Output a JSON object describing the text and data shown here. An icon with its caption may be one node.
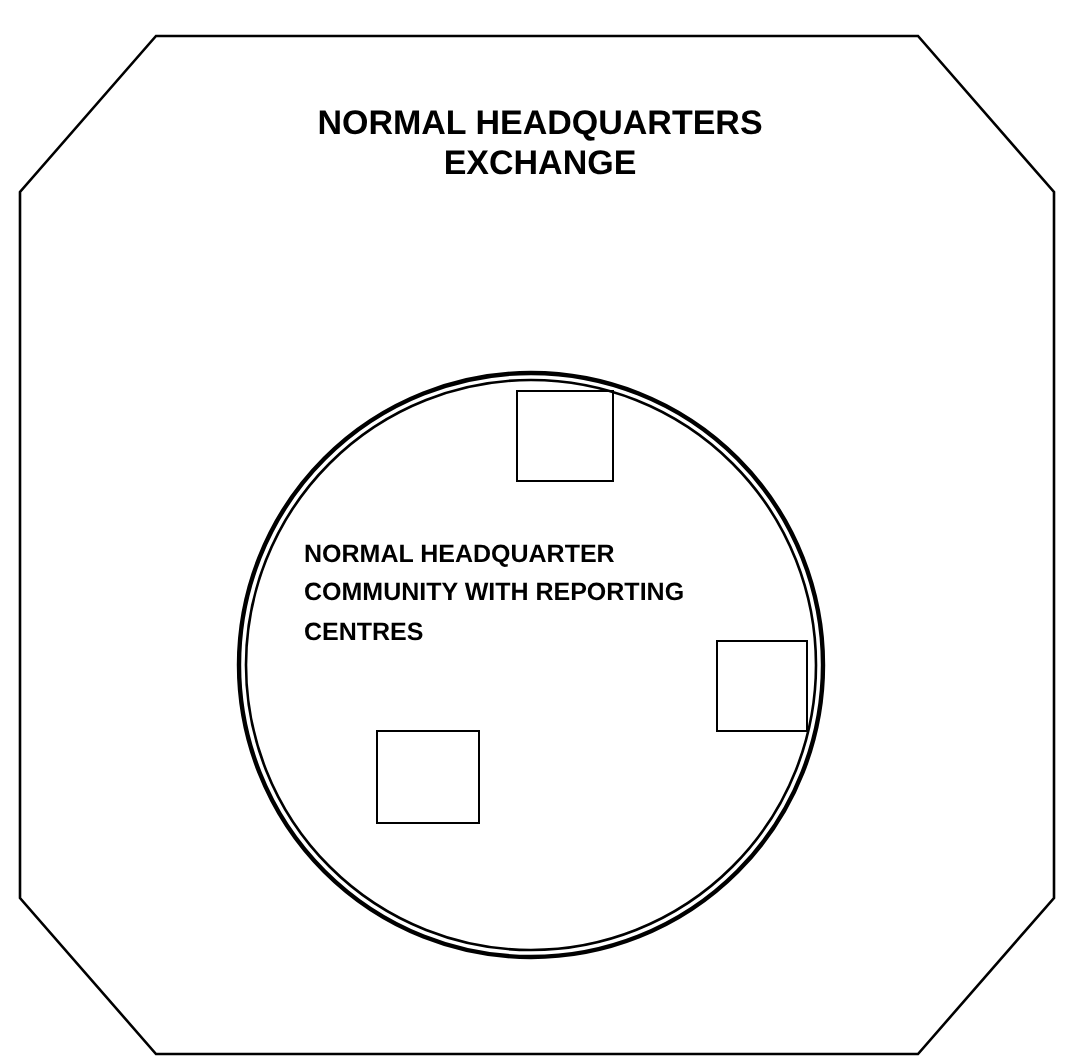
{
  "diagram": {
    "nodes": [
      {
        "text": [
          "NORMAL HEADQUARTERS EXCHANGE"
        ]
      },
      {
        "text": [
          "NORMAL HEADQUARTER COMMUNITY WITH REPORTING CENTRES"
        ],
        "in": 0
      },
      {
        "text": [],
        "shape": "box",
        "in": 1
      },
      {
        "text": [],
        "shape": "box",
        "in": 1
      },
      {
        "text": [],
        "shape": "box",
        "in": 1
      }
    ]
  }
}
